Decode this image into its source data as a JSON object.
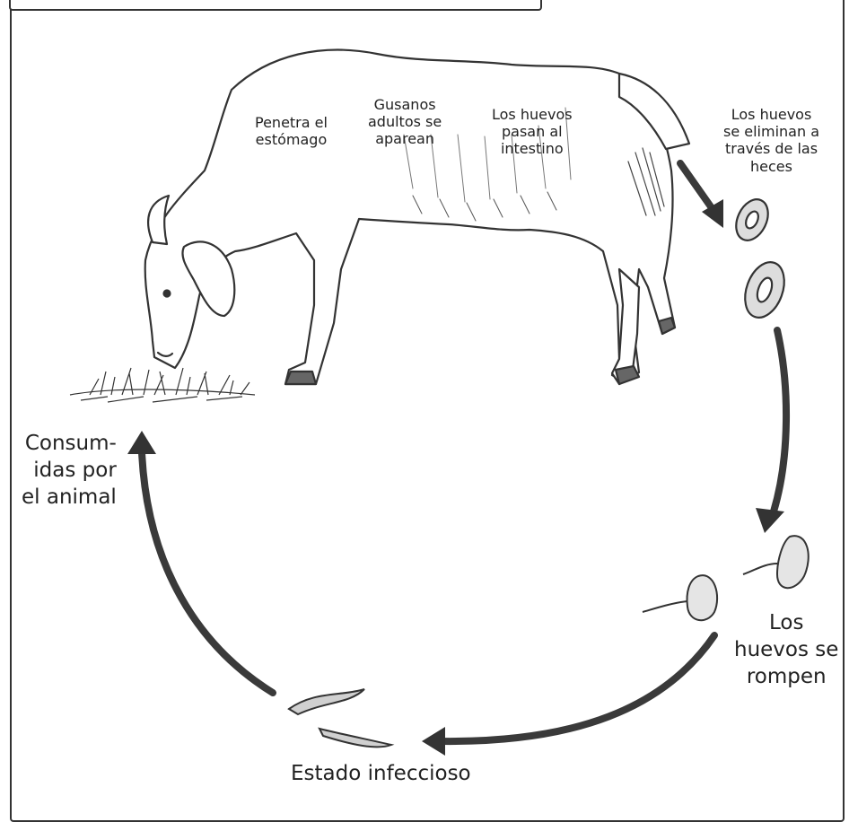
{
  "labels": {
    "stomach": [
      "Penetra el",
      "estómago"
    ],
    "adults": [
      "Gusanos",
      "adultos se",
      "aparean"
    ],
    "intestine": [
      "Los huevos",
      "pasan al",
      "intestino"
    ],
    "feces": [
      "Los huevos",
      "se eliminan a",
      "través de las",
      "heces"
    ],
    "hatch": [
      "Los",
      "huevos se",
      "rompen"
    ],
    "infective": "Estado infeccioso",
    "consumed": [
      "Consum-",
      "idas por",
      "el animal"
    ]
  },
  "colors": {
    "line": "#333333",
    "arrow": "#3a3a3a",
    "background": "#ffffff"
  }
}
